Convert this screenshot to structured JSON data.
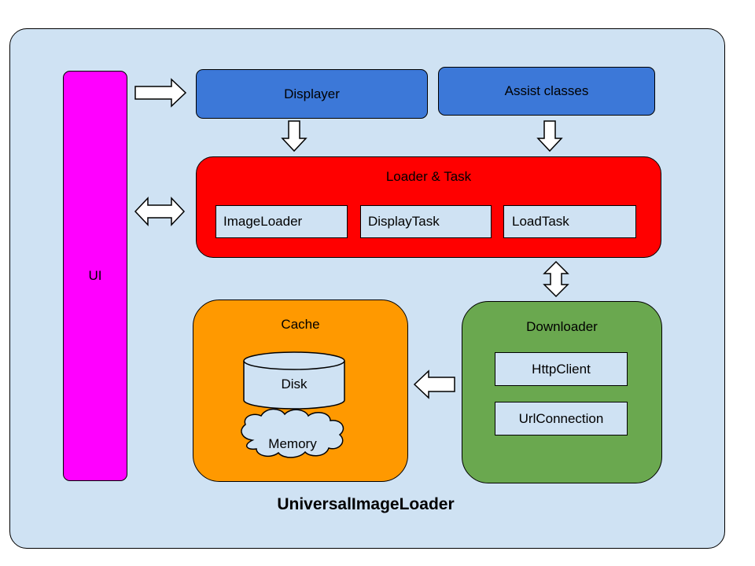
{
  "diagram": {
    "title": "UniversalImageLoader",
    "ui_label": "UI",
    "displayer_label": "Displayer",
    "assist_label": "Assist classes",
    "loader": {
      "label": "Loader & Task",
      "items": [
        "ImageLoader",
        "DisplayTask",
        "LoadTask"
      ]
    },
    "cache": {
      "label": "Cache",
      "disk_label": "Disk",
      "memory_label": "Memory"
    },
    "downloader": {
      "label": "Downloader",
      "items": [
        "HttpClient",
        "UrlConnection"
      ]
    }
  },
  "colors": {
    "background": "#cfe2f3",
    "ui": "#ff00ff",
    "blue_boxes": "#3c78d8",
    "loader": "#ff0000",
    "cache": "#ff9900",
    "downloader": "#6aa84f"
  }
}
